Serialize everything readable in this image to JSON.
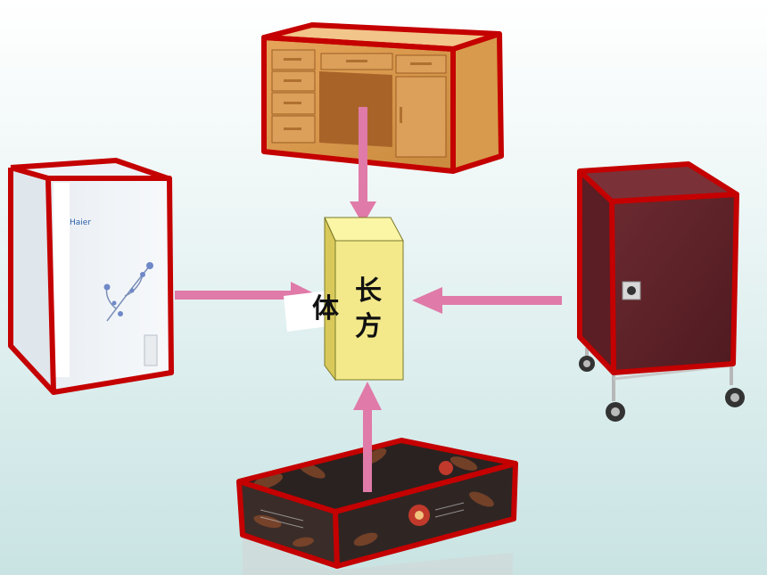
{
  "center_box": {
    "text_chang": "长",
    "text_fang": "方",
    "text_ti": "体"
  },
  "objects": [
    {
      "name": "desk",
      "label": ""
    },
    {
      "name": "freezer",
      "label": ""
    },
    {
      "name": "cabinet",
      "label": ""
    },
    {
      "name": "gift-box",
      "label": ""
    }
  ],
  "colors": {
    "outline": "#c40000",
    "arrow": "#e07aa8",
    "box_front": "#f3e98a",
    "box_top": "#fbf5a6",
    "box_side": "#d9c95a"
  }
}
